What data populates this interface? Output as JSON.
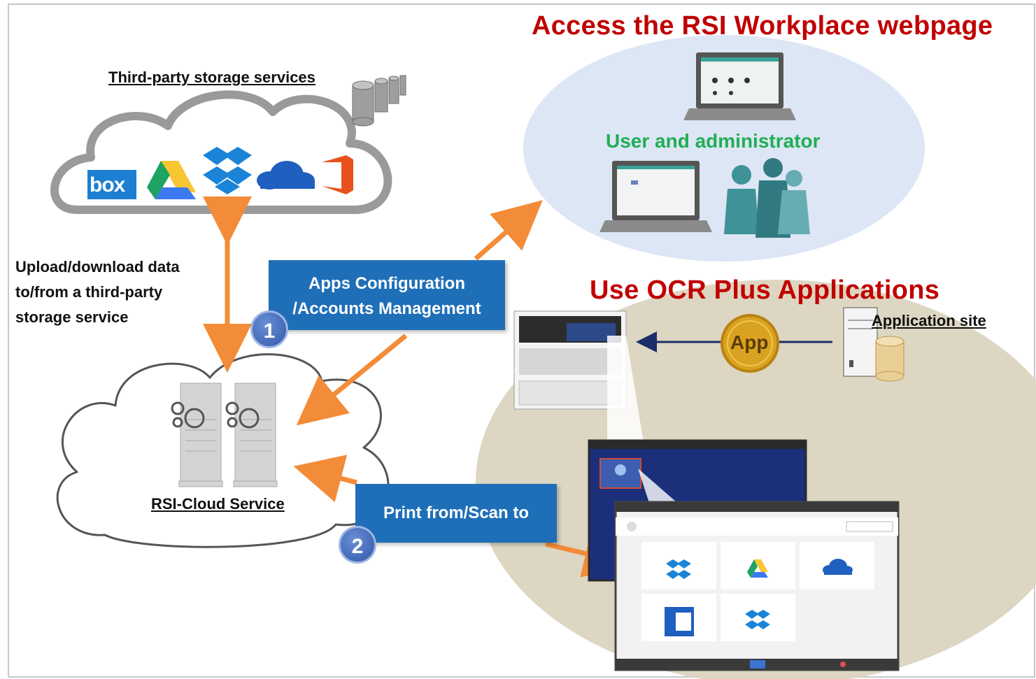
{
  "headings": {
    "access_webpage": "Access the RSI Workplace webpage",
    "use_ocr_apps": "Use OCR Plus Applications"
  },
  "labels": {
    "third_party_storage": "Third-party storage services",
    "user_admin": "User and administrator",
    "upload_download_line1": "Upload/download data",
    "upload_download_line2": "to/from a third-party",
    "upload_download_line3": "storage service",
    "rsi_cloud": "RSI-Cloud Service",
    "application_site": "Application site",
    "app_coin": "App"
  },
  "steps": [
    {
      "number": "1",
      "line1": "Apps Configuration",
      "line2": "/Accounts Management"
    },
    {
      "number": "2",
      "line1": "Print from/Scan to"
    }
  ],
  "storage_logos": {
    "box": "box"
  },
  "colors": {
    "heading_red": "#c00000",
    "accent_green": "#1fae55",
    "step_blue": "#1f6fb8",
    "arrow_orange": "#f28c38",
    "ellipse_blue": "#dde6f4",
    "ellipse_tan": "#ddd6c2"
  }
}
